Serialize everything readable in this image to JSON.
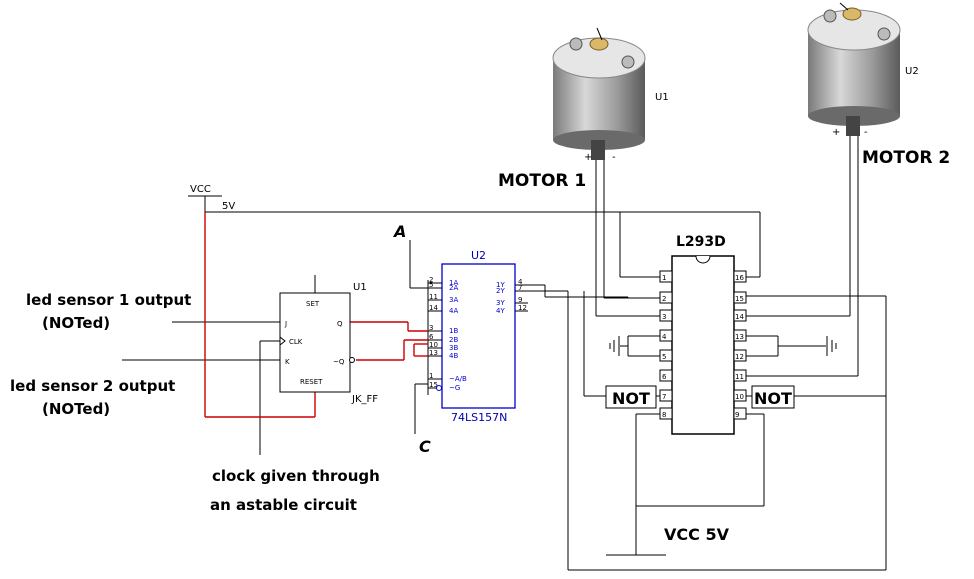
{
  "labels": {
    "motor1": "MOTOR 1",
    "motor2": "MOTOR 2",
    "m1_ref": "U1",
    "m2_ref": "U2",
    "driver": "L293D",
    "vcc": "VCC",
    "v5": "5V",
    "a": "A",
    "c": "C",
    "mux_ref": "U2",
    "mux_part": "74LS157N",
    "ff_ref": "U1",
    "ff_part": "JK_FF",
    "ff_set": "SET",
    "ff_reset": "RESET",
    "ff_j": "J",
    "ff_k": "K",
    "ff_clk": "CLK",
    "ff_q": "Q",
    "ff_qn": "~Q",
    "sensor1_line1": "led sensor 1 output",
    "sensor1_line2": "(NOTed)",
    "sensor2_line1": "led sensor 2 output",
    "sensor2_line2": "(NOTed)",
    "clock_line1": "clock given through",
    "clock_line2": "an astable circuit",
    "not1": "NOT",
    "not2": "NOT",
    "vcc5": "VCC 5V"
  },
  "mux_pins_left": [
    {
      "num": "2",
      "name": "1A"
    },
    {
      "num": "5",
      "name": "2A"
    },
    {
      "num": "11",
      "name": "3A"
    },
    {
      "num": "14",
      "name": "4A"
    },
    {
      "num": "3",
      "name": "1B"
    },
    {
      "num": "6",
      "name": "2B"
    },
    {
      "num": "10",
      "name": "3B"
    },
    {
      "num": "13",
      "name": "4B"
    },
    {
      "num": "1",
      "name": "~A/B"
    },
    {
      "num": "15",
      "name": "~G"
    }
  ],
  "mux_pins_right": [
    {
      "num": "4",
      "name": "1Y"
    },
    {
      "num": "7",
      "name": "2Y"
    },
    {
      "num": "9",
      "name": "3Y"
    },
    {
      "num": "12",
      "name": "4Y"
    }
  ],
  "l293_left": [
    "1",
    "2",
    "3",
    "4",
    "5",
    "6",
    "7",
    "8"
  ],
  "l293_right": [
    "16",
    "15",
    "14",
    "13",
    "12",
    "11",
    "10",
    "9"
  ],
  "colors": {
    "wire": "#000000",
    "red_wire": "#cc0000",
    "mux": "#0000cc"
  }
}
